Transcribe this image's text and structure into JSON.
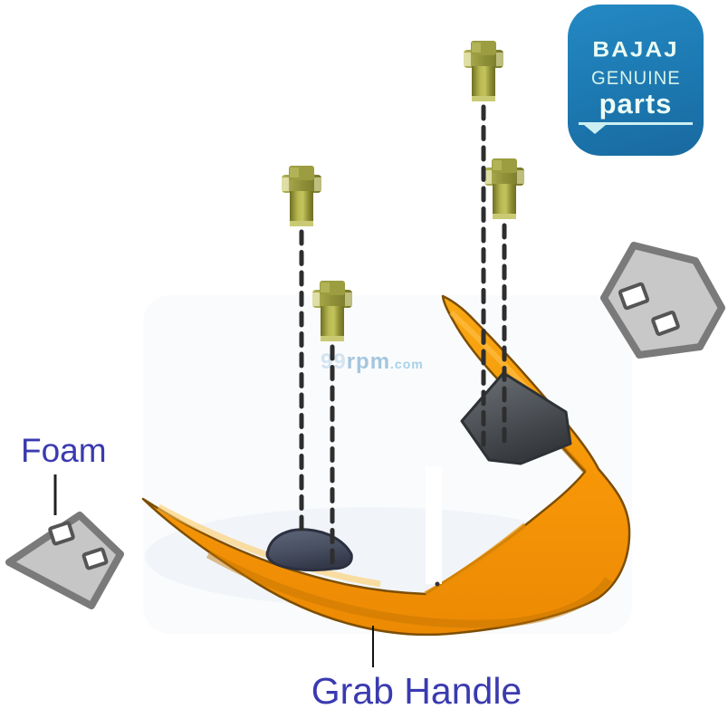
{
  "image": {
    "description": "Bajaj Genuine Parts grab handle exploded parts diagram",
    "background": "#ffffff"
  },
  "badge": {
    "brand": "BAJAJ",
    "genuine": "GENUINE",
    "parts": "parts",
    "bg_color": "#1e7bb4",
    "text_color": "#e9fbf4"
  },
  "labels": {
    "foam": "Foam",
    "grab_handle": "Grab Handle",
    "color": "#3a3ab0"
  },
  "watermark": {
    "prefix": "99",
    "name": "rpm",
    "tld": ".com"
  },
  "parts_colors": {
    "handle_orange": "#f79a0b",
    "bolt_olive": "#8f9038",
    "foam_gray": "#c6c6c6",
    "pad_dark": "#4e5560"
  }
}
